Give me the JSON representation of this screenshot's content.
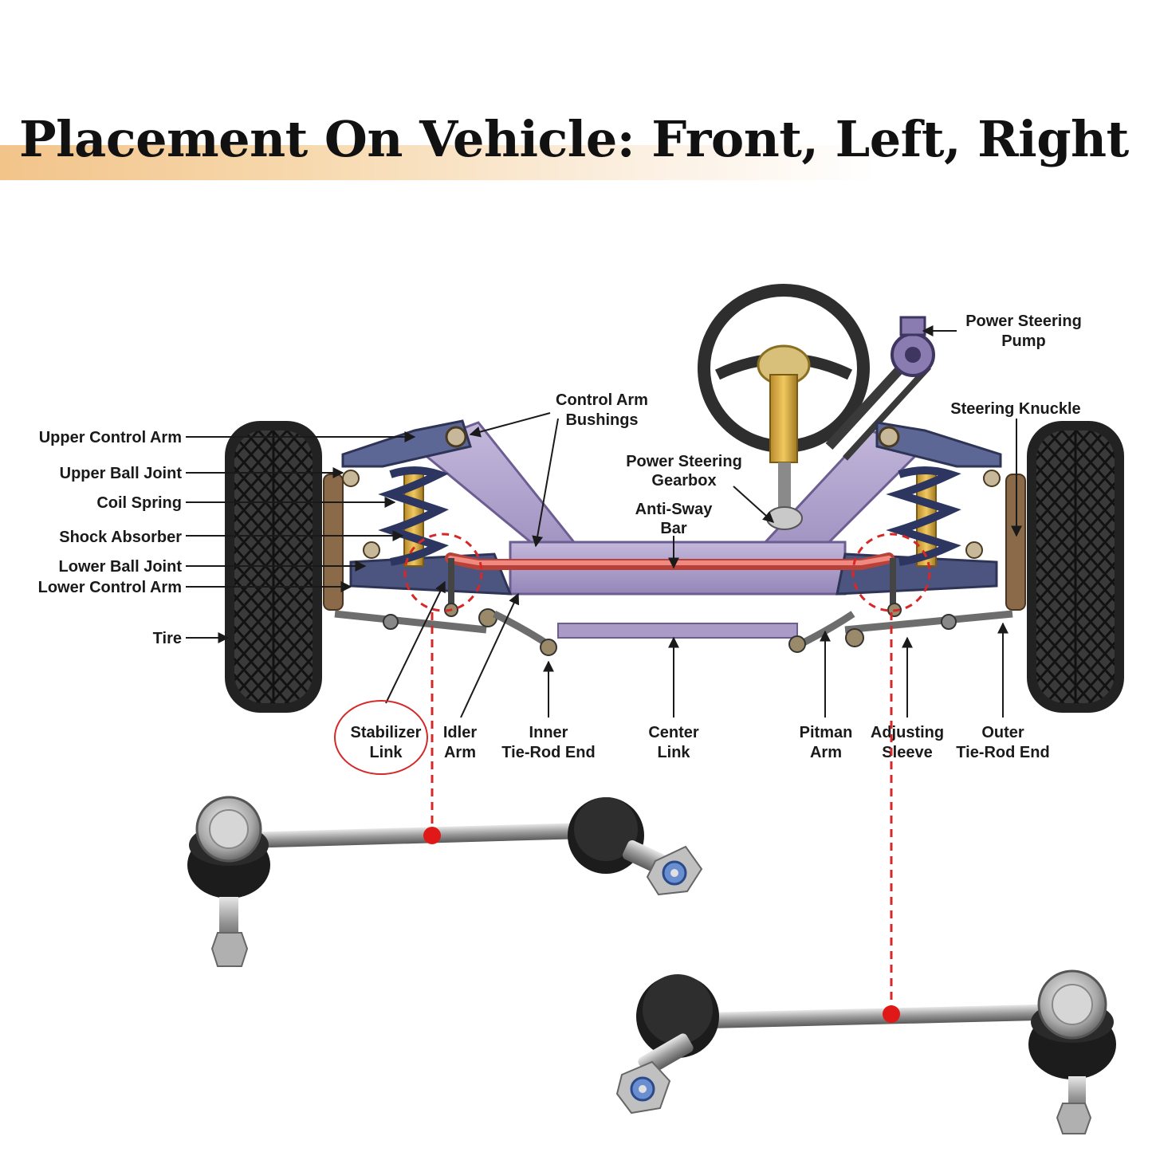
{
  "title": "Placement On Vehicle: Front, Left, Right",
  "colors": {
    "accent_band": "#f2c48a",
    "frame": "#a99bc6",
    "control_arm": "#5d6795",
    "sway_bar": "#e4635a",
    "tire": "#3b3b3b",
    "highlight_red": "#d62828",
    "shock_yellow": "#e0b040"
  },
  "labels": {
    "upper_control_arm": "Upper Control Arm",
    "upper_ball_joint": "Upper Ball Joint",
    "coil_spring": "Coil Spring",
    "shock_absorber": "Shock Absorber",
    "lower_ball_joint": "Lower Ball Joint",
    "lower_control_arm": "Lower Control Arm",
    "tire": "Tire",
    "control_arm_bushings_1": "Control Arm",
    "control_arm_bushings_2": "Bushings",
    "power_steering_gearbox_1": "Power Steering",
    "power_steering_gearbox_2": "Gearbox",
    "anti_sway_bar_1": "Anti-Sway",
    "anti_sway_bar_2": "Bar",
    "power_steering_pump_1": "Power Steering",
    "power_steering_pump_2": "Pump",
    "steering_knuckle": "Steering Knuckle",
    "stabilizer_link_1": "Stabilizer",
    "stabilizer_link_2": "Link",
    "idler_arm_1": "Idler",
    "idler_arm_2": "Arm",
    "inner_tie_rod_end_1": "Inner",
    "inner_tie_rod_end_2": "Tie-Rod End",
    "center_link_1": "Center",
    "center_link_2": "Link",
    "pitman_arm_1": "Pitman",
    "pitman_arm_2": "Arm",
    "adjusting_sleeve_1": "Adjusting",
    "adjusting_sleeve_2": "Sleeve",
    "outer_tie_rod_end_1": "Outer",
    "outer_tie_rod_end_2": "Tie-Rod End"
  }
}
